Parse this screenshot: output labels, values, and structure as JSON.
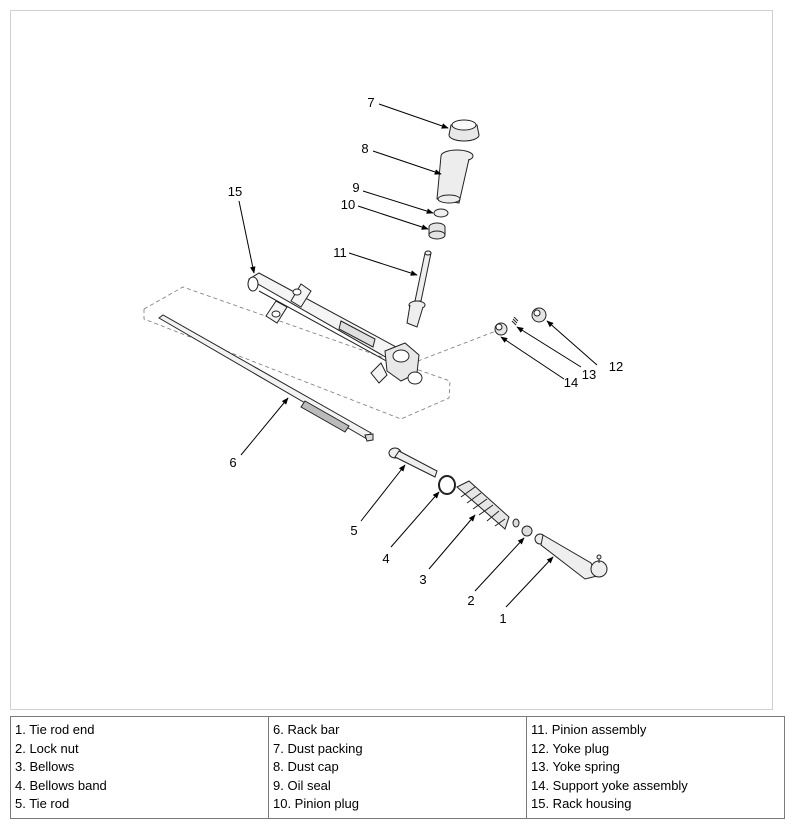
{
  "diagram": {
    "callouts": [
      "1",
      "2",
      "3",
      "4",
      "5",
      "6",
      "7",
      "8",
      "9",
      "10",
      "11",
      "12",
      "13",
      "14",
      "15"
    ]
  },
  "legend": {
    "columns": [
      [
        "1. Tie rod end",
        "2. Lock nut",
        "3. Bellows",
        "4. Bellows band",
        "5. Tie rod"
      ],
      [
        "6. Rack bar",
        "7. Dust packing",
        "8. Dust cap",
        "9. Oil seal",
        "10. Pinion plug"
      ],
      [
        "11. Pinion assembly",
        "12. Yoke plug",
        "13. Yoke spring",
        "14. Support yoke assembly",
        "15. Rack housing"
      ]
    ]
  }
}
